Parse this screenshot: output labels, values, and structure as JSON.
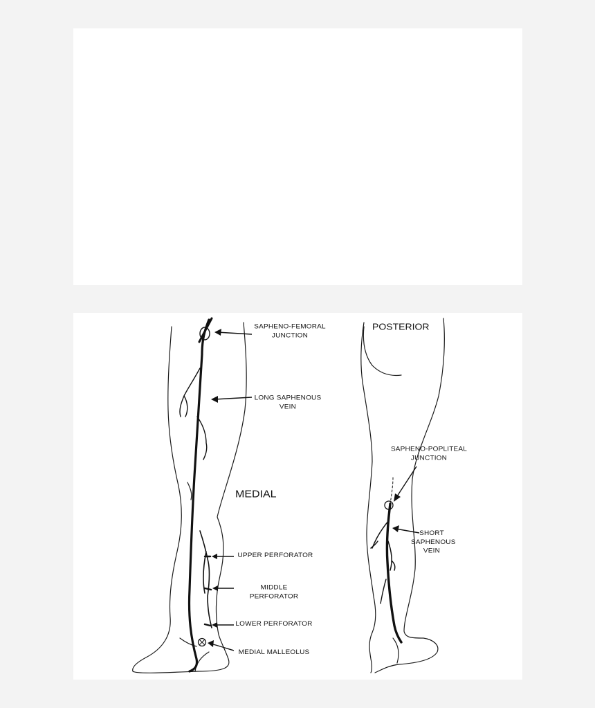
{
  "labels": {
    "saphenofemoral": [
      "SAPHENO-FEMORAL",
      "JUNCTION"
    ],
    "long_saphenous": [
      "LONG SAPHENOUS",
      "VEIN"
    ],
    "medial": "MEDIAL",
    "upper_perforator": "UPPER PERFORATOR",
    "middle_perforator": "MIDDLE PERFORATOR",
    "lower_perforator": "LOWER PERFORATOR",
    "medial_malleolus": "MEDIAL MALLEOLUS",
    "posterior": "POSTERIOR",
    "saphenopopliteal": [
      "SAPHENO-POPLITEAL",
      "JUNCTION"
    ],
    "short_saphenous": [
      "SHORT",
      "SAPHENOUS",
      "VEIN"
    ]
  }
}
